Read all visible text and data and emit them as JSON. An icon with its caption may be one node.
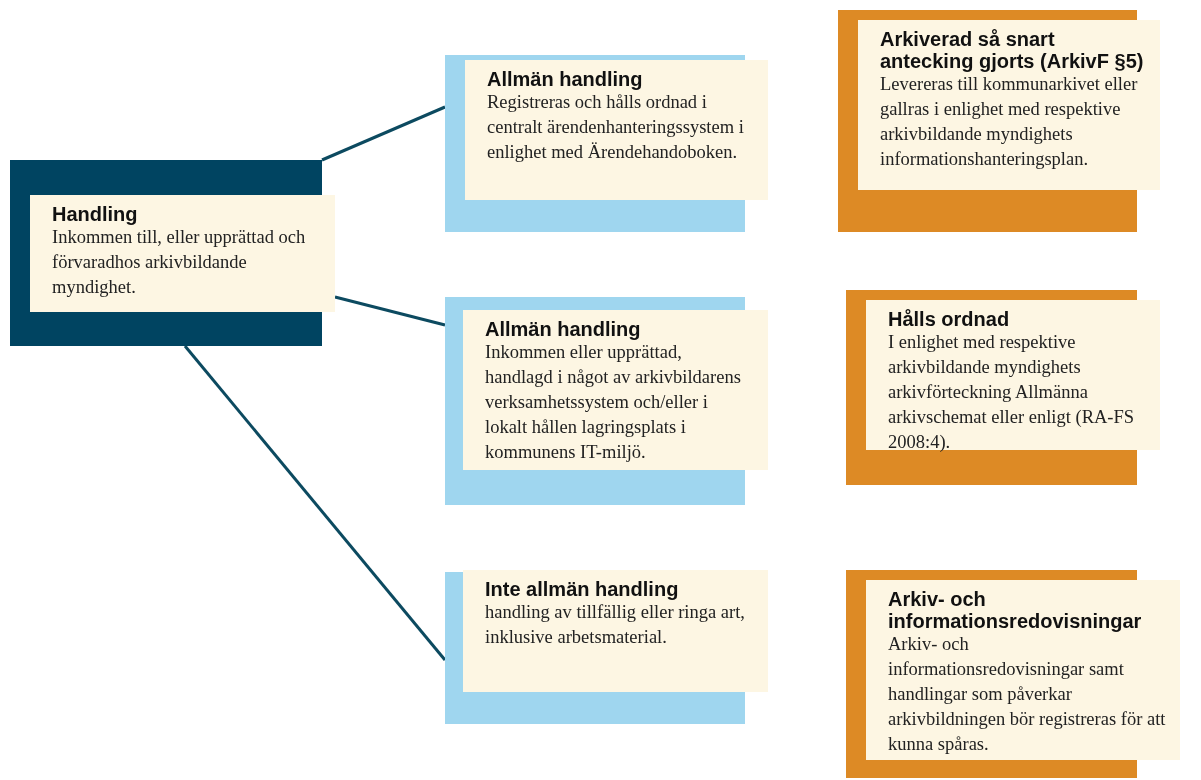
{
  "diagram": {
    "nodes": [
      {
        "text": [
          "Handling",
          "Inkommen till, eller upprättad och förvaradhos arkivbildande myndighet."
        ]
      },
      {
        "text": [
          "Allmän handling",
          "Registreras och hålls ordnad i centralt ärendenhanteringssystem i enlighet med Ärendehandoboken."
        ]
      },
      {
        "text": [
          "Allmän handling",
          "Inkommen eller upprättad, handlagd i något av arkivbildarens verksamhetssystem och/eller i lokalt hållen lagringsplats i kommunens IT-miljö."
        ]
      },
      {
        "text": [
          "Inte allmän handling",
          "handling av tillfällig eller ringa art, inklusive arbetsmaterial."
        ]
      },
      {
        "text": [
          "**Arkiverad så snart antecking gjorts** (ArkivF §5)",
          "Levereras till kommunarkivet eller gallras i enlighet med respektive arkivbildande myndighets informationshanteringsplan."
        ]
      },
      {
        "text": [
          "Hålls ordnad",
          "I enlighet med respektive arkivbildande myndighets arkivförteckning Allmänna arkivschemat eller enligt (RA-FS 2008:4)."
        ]
      },
      {
        "text": [
          "Arkiv- och informationsredovisningar",
          "Arkiv- och informationsredovisningar samt handlingar som påverkar arkivbildningen bör registreras för att kunna spåras."
        ]
      }
    ],
    "edges": [
      {
        "from": 0,
        "to": 1,
        "arrow": "none"
      },
      {
        "from": 0,
        "to": 2,
        "arrow": "none"
      },
      {
        "from": 0,
        "to": 3,
        "arrow": "none"
      }
    ]
  }
}
